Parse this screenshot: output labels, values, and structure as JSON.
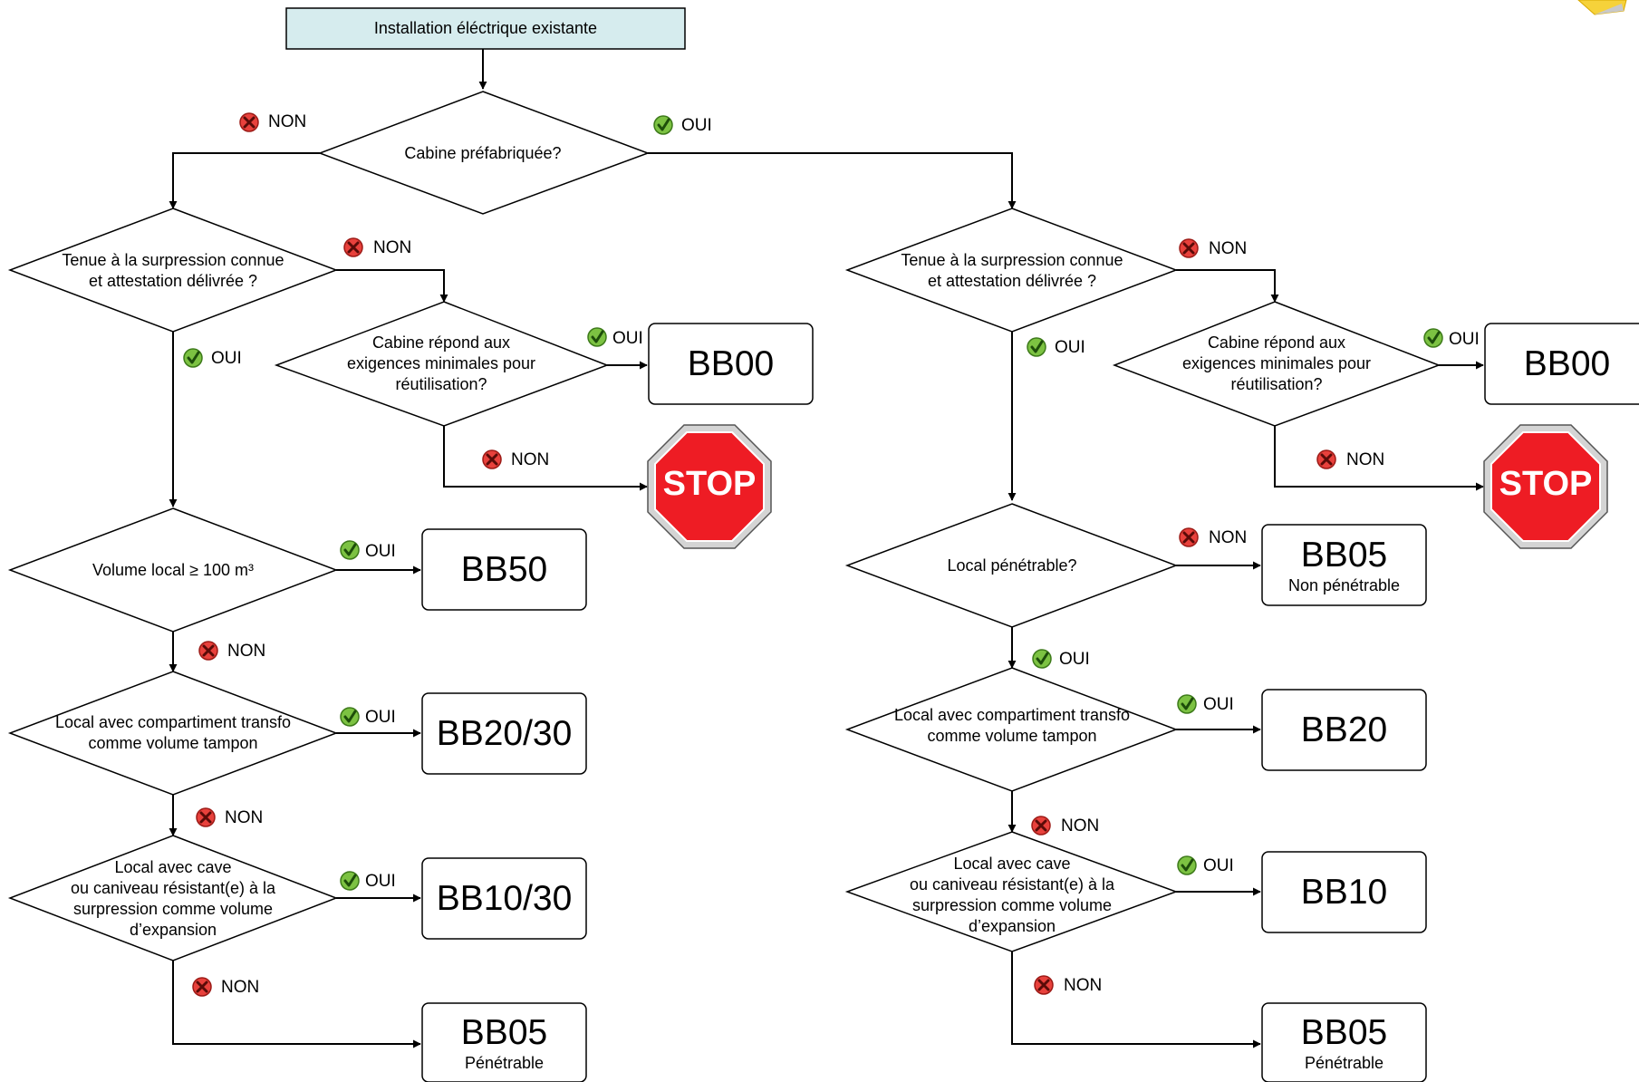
{
  "root": {
    "label": "Installation éléctrique existante"
  },
  "decision_top": {
    "label": "Cabine préfabriquée?"
  },
  "labels": {
    "yes": "OUI",
    "no": "NON"
  },
  "left_branch": {
    "q_surpression": [
      "Tenue à la surpression connue",
      "et attestation délivrée ?"
    ],
    "q_cabine": [
      "Cabine répond aux",
      "exigences minimales pour",
      "réutilisation?"
    ],
    "result_cabine_yes": {
      "code": "BB00"
    },
    "result_cabine_no": {
      "code": "STOP"
    },
    "q_volume": "Volume local ≥ 100 m³",
    "result_volume_yes": {
      "code": "BB50"
    },
    "q_transfo": [
      "Local avec compartiment transfo",
      "comme volume tampon"
    ],
    "result_transfo_yes": {
      "code": "BB20/30"
    },
    "q_cave": [
      "Local avec cave",
      "ou caniveau résistant(e) à la",
      "surpression comme volume",
      "d’expansion"
    ],
    "result_cave_yes": {
      "code": "BB10/30"
    },
    "result_cave_no": {
      "code": "BB05",
      "sub": "Pénétrable"
    }
  },
  "right_branch": {
    "q_surpression": [
      "Tenue à la surpression connue",
      "et attestation délivrée ?"
    ],
    "q_cabine": [
      "Cabine répond aux",
      "exigences minimales pour",
      "réutilisation?"
    ],
    "result_cabine_yes": {
      "code": "BB00"
    },
    "result_cabine_no": {
      "code": "STOP"
    },
    "q_penetrable": "Local pénétrable?",
    "result_penetrable_no": {
      "code": "BB05",
      "sub": "Non pénétrable"
    },
    "q_transfo": [
      "Local avec compartiment transfo",
      "comme volume tampon"
    ],
    "result_transfo_yes": {
      "code": "BB20"
    },
    "q_cave": [
      "Local avec cave",
      "ou caniveau résistant(e) à la",
      "surpression comme volume",
      "d’expansion"
    ],
    "result_cave_yes": {
      "code": "BB10"
    },
    "result_cave_no": {
      "code": "BB05",
      "sub": "Pénétrable"
    }
  },
  "colors": {
    "root_fill": "#d6ecee",
    "stop_fill": "#ee1c24",
    "stop_ring": "#c9c9c9",
    "check_fill": "#7cc242",
    "cross_fill": "#e8413c"
  }
}
